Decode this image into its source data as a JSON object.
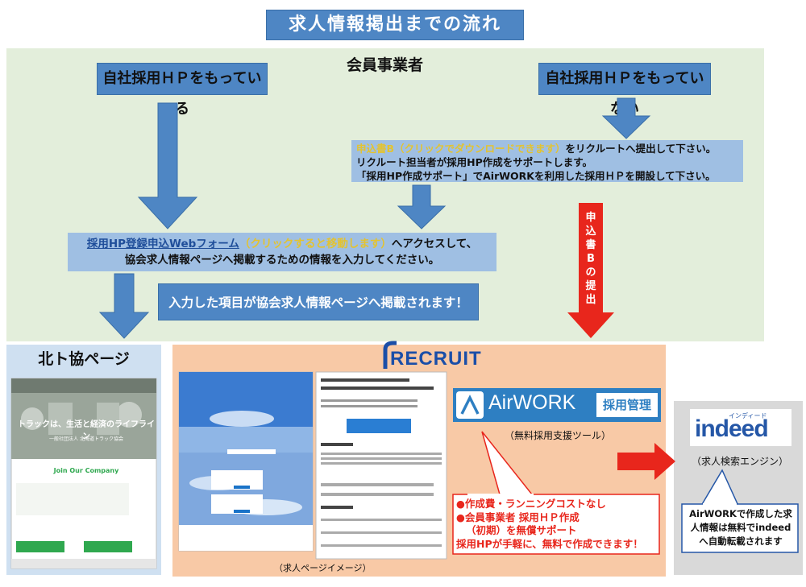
{
  "title": "求人情報掲出までの流れ",
  "member": {
    "label": "会員事業者",
    "hp_yes": "自社採用ＨＰをもっている",
    "hp_no": "自社採用ＨＰをもっていない"
  },
  "apply_b": {
    "link": "申込書B（クリックでダウンロードできます）",
    "line1_rest": "をリクルートへ提出して下さい。",
    "line2": "リクルート担当者が採用HP作成をサポートします。",
    "line3": "「採用HP作成サポート」でAirWORKを利用した採用ＨＰを開設して下さい。"
  },
  "web_form": {
    "link": "採用HP登録申込Webフォーム",
    "hint": "（クリックすると移動します）",
    "rest": "へアクセスして、",
    "line2": "協会求人情報ページへ掲載するための情報を入力してください。"
  },
  "posted": "入力した項目が協会求人情報ページへ掲載されます！",
  "vertical_label": [
    "申",
    "込",
    "書",
    "B",
    "の",
    "提",
    "出"
  ],
  "hokuto": {
    "label": "北ト協ページ",
    "screenshot": {
      "banner": "トラックは、生活と経済のライフライン",
      "sub": "一般社団法人 北海道トラック協会",
      "join": "Join Our Company"
    }
  },
  "recruit": {
    "logo": "RECRUIT",
    "airwork": "AirWORK",
    "airwork_badge": "採用管理",
    "airwork_caption": "（無料採用支援ツール）",
    "mockup_caption": "（求人ページイメージ）",
    "features": [
      "●作成費・ランニングコストなし",
      "●会員事業者 採用ＨＰ作成",
      "（初期）を無償サポート",
      "採用HPが手軽に、無料で作成できます！"
    ]
  },
  "indeed": {
    "logo": "indeed",
    "kana": "インディード",
    "caption": "（求人検索エンジン）",
    "callout": [
      "AirWORKで作成した求",
      "人情報は無料でindeed",
      "へ自動転載されます"
    ]
  },
  "colors": {
    "arrow_blue": "#4e86c4",
    "arrow_red": "#e8261c",
    "member_bg": "#e3eedb",
    "recruit_bg": "#f8c9a6",
    "hokuto_bg": "#cfe0f1",
    "indeed_bg": "#d9d9d9",
    "airwork_blue": "#2e7fc2",
    "indeed_blue": "#2557a7"
  }
}
